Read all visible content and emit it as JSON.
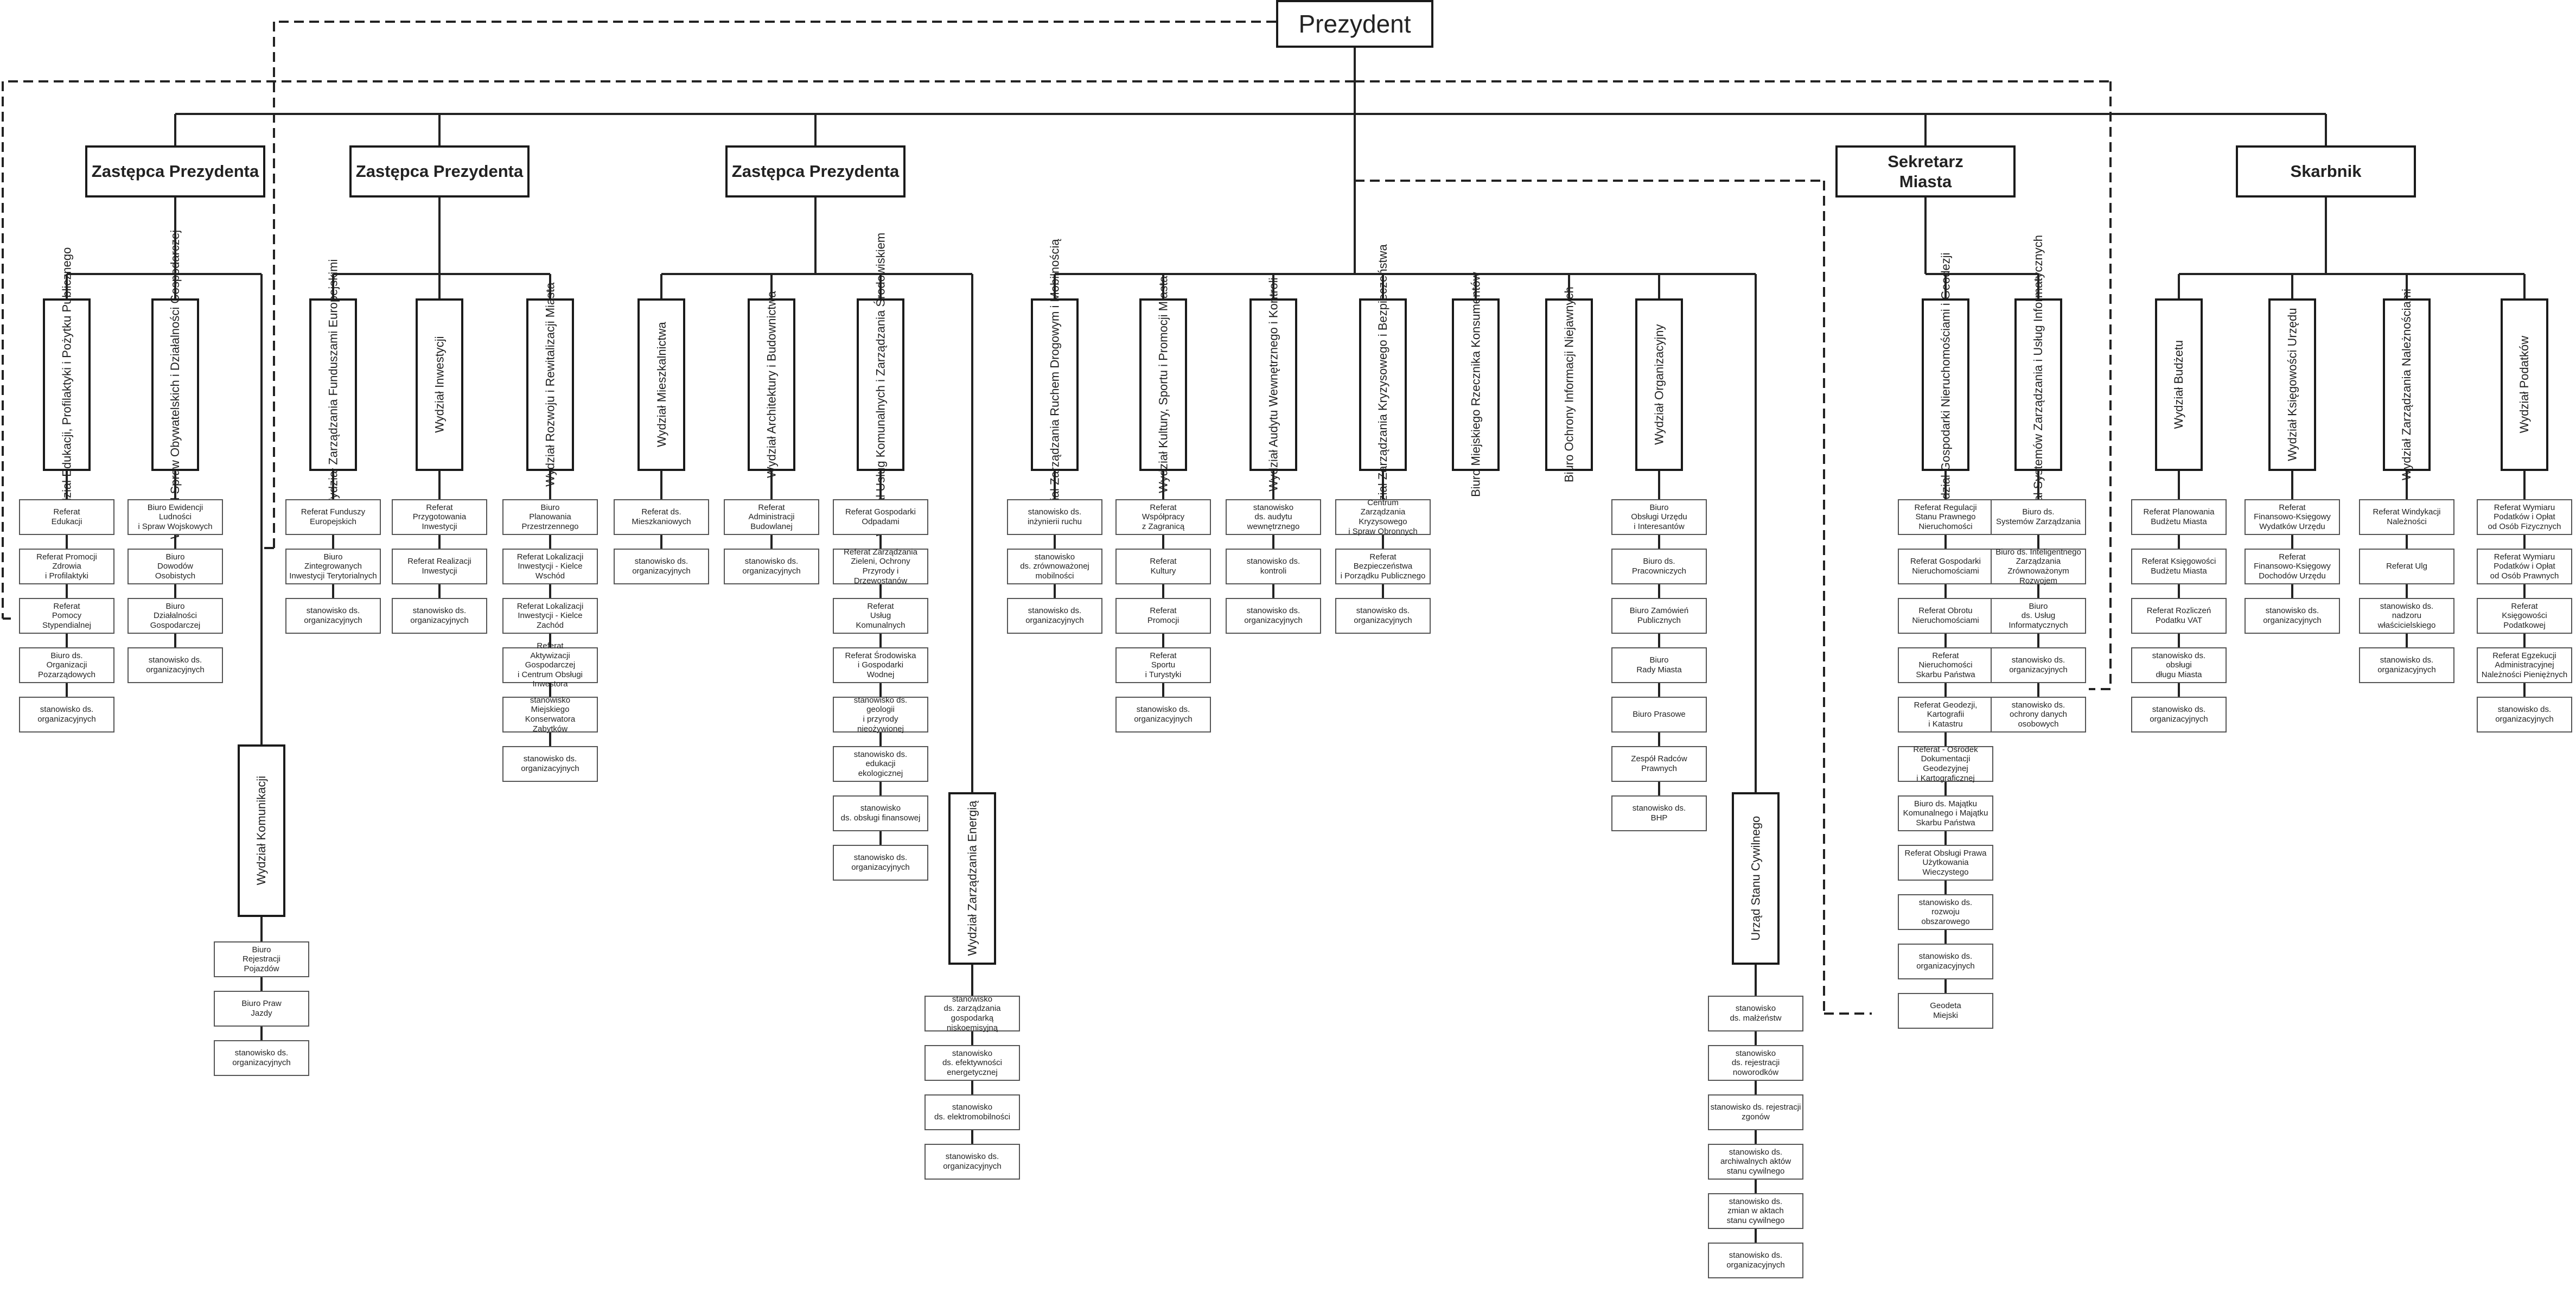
{
  "president": "Prezydent",
  "deputies": [
    "Zastępca Prezydenta",
    "Zastępca Prezydenta",
    "Zastępca Prezydenta"
  ],
  "secretary": "Sekretarz\nMiasta",
  "treasurer": "Skarbnik",
  "departments": {
    "d1": "Wydział Edukacji,\nProfilaktyki i\nPożytku Publicznego",
    "d2": "Wydział Spraw Obywatelskich\ni Działalności Gospodarczej",
    "d3": "Wydział\nKomunikacji",
    "d4": "Wydział Zarządzania\nFunduszami Europejskimi",
    "d5": "Wydział Inwestycji",
    "d6": "Wydział Rozwoju\ni Rewitalizacji Miasta",
    "d7": "Wydział\nMieszkalnictwa",
    "d8": "Wydział Architektury\ni Budownictwa",
    "d9": "Wydział Usług Komunalnych\ni Zarządzania Środowiskiem",
    "d10": "Wydział Zarządzania Energią",
    "d11": "Wydział Zarządzania\nRuchem Drogowym\ni Mobilnością",
    "d12": "Wydział Kultury, Sportu\ni Promocji Miasta",
    "d13": "Wydział Audytu\nWewnętrznego\ni Kontroli",
    "d14": "Wydział Zarządzania\nKryzysowego\ni Bezpieczeństwa",
    "d15": "Biuro Miejskiego\nRzecznika Konsumentów",
    "d16": "Biuro Ochrony\nInformacji Niejawnych",
    "d17": "Wydział\nOrganizacyjny",
    "d18": "Urząd Stanu Cywilnego",
    "d19": "Wydział Gospodarki\nNieruchomościami i Geodezji",
    "d20": "Wydział Systemów Zarządzania\ni Usług Informatycznych",
    "d21": "Wydział Budżetu",
    "d22": "Wydział Księgowości Urzędu",
    "d23": "Wydział\nZarządzania Należnościami",
    "d24": "Wydział Podatków"
  },
  "units": {
    "d1": [
      "Referat\nEdukacji",
      "Referat Promocji\nZdrowia\ni Profilaktyki",
      "Referat\nPomocy\nStypendialnej",
      "Biuro ds.\nOrganizacji\nPozarządowych",
      "stanowisko ds.\norganizacyjnych"
    ],
    "d2": [
      "Biuro Ewidencji\nLudności\ni Spraw Wojskowych",
      "Biuro\nDowodów\nOsobistych",
      "Biuro\nDziałalności\nGospodarczej",
      "stanowisko ds.\norganizacyjnych"
    ],
    "d3": [
      "Biuro\nRejestracji\nPojazdów",
      "Biuro Praw\nJazdy",
      "stanowisko ds.\norganizacyjnych"
    ],
    "d4": [
      "Referat Funduszy\nEuropejskich",
      "Biuro\nZintegrowanych\nInwestycji Terytorialnych",
      "stanowisko ds.\norganizacyjnych"
    ],
    "d5": [
      "Referat\nPrzygotowania\nInwestycji",
      "Referat Realizacji\nInwestycji",
      "stanowisko ds.\norganizacyjnych"
    ],
    "d6": [
      "Biuro\nPlanowania\nPrzestrzennego",
      "Referat Lokalizacji\nInwestycji - Kielce\nWschód",
      "Referat Lokalizacji\nInwestycji - Kielce\nZachód",
      "Referat\nAktywizacji Gospodarczej\ni Centrum Obsługi Inwestora",
      "stanowisko\nMiejskiego\nKonserwatora\nZabytków",
      "stanowisko ds.\norganizacyjnych"
    ],
    "d7": [
      "Referat ds.\nMieszkaniowych",
      "stanowisko ds.\norganizacyjnych"
    ],
    "d8": [
      "Referat\nAdministracji\nBudowlanej",
      "stanowisko ds.\norganizacyjnych"
    ],
    "d9": [
      "Referat Gospodarki\nOdpadami",
      "Referat Zarządzania\nZieleni, Ochrony\nPrzyrody i Drzewostanów",
      "Referat\nUsług\nKomunalnych",
      "Referat Środowiska\ni Gospodarki\nWodnej",
      "stanowisko ds.\ngeologii\ni przyrody\nnieożywionej",
      "stanowisko ds.\nedukacji\nekologicznej",
      "stanowisko\nds. obsługi finansowej",
      "stanowisko ds.\norganizacyjnych"
    ],
    "d10": [
      "stanowisko\nds. zarządzania\ngospodarką\nniskoemisyjną",
      "stanowisko\nds. efektywności\nenergetycznej",
      "stanowisko\nds. elektromobilności",
      "stanowisko ds.\norganizacyjnych"
    ],
    "d11": [
      "stanowisko ds.\ninżynierii ruchu",
      "stanowisko\nds. zrównoważonej\nmobilności",
      "stanowisko ds.\norganizacyjnych"
    ],
    "d12": [
      "Referat\nWspółpracy\nz Zagranicą",
      "Referat\nKultury",
      "Referat\nPromocji",
      "Referat\nSportu\ni Turystyki",
      "stanowisko ds.\norganizacyjnych"
    ],
    "d13": [
      "stanowisko\nds. audytu\nwewnętrznego",
      "stanowisko ds.\nkontroli",
      "stanowisko ds.\norganizacyjnych"
    ],
    "d14": [
      "Centrum\nZarządzania\nKryzysowego\ni Spraw Obronnych",
      "Referat\nBezpieczeństwa\ni Porządku Publicznego",
      "stanowisko ds.\norganizacyjnych"
    ],
    "d17": [
      "Biuro\nObsługi Urzędu\ni Interesantów",
      "Biuro ds.\nPracowniczych",
      "Biuro Zamówień\nPublicznych",
      "Biuro\nRady Miasta",
      "Biuro Prasowe",
      "Zespół Radców\nPrawnych",
      "stanowisko ds.\nBHP"
    ],
    "d18": [
      "stanowisko\nds. małżeństw",
      "stanowisko\nds. rejestracji\nnoworodków",
      "stanowisko ds. rejestracji zgonów",
      "stanowisko ds.\narchiwalnych aktów\nstanu cywilnego",
      "stanowisko ds.\nzmian w aktach\nstanu cywilnego",
      "stanowisko ds.\norganizacyjnych"
    ],
    "d19": [
      "Referat Regulacji\nStanu Prawnego\nNieruchomości",
      "Referat Gospodarki\nNieruchomościami",
      "Referat Obrotu\nNieruchomościami",
      "Referat\nNieruchomości\nSkarbu Państwa",
      "Referat Geodezji,\nKartografii\ni Katastru",
      "Referat - Ośrodek\nDokumentacji Geodezyjnej\ni Kartograficznej",
      "Biuro ds. Majątku\nKomunalnego i Majątku\nSkarbu Państwa",
      "Referat Obsługi Prawa\nUżytkowania\nWieczystego",
      "stanowisko ds.\nrozwoju\nobszarowego",
      "stanowisko ds.\norganizacyjnych",
      "Geodeta\nMiejski"
    ],
    "d20": [
      "Biuro ds.\nSystemów Zarządzania",
      "Biuro ds. Inteligentnego\nZarządzania\nZrównoważonym\nRozwojem",
      "Biuro\nds. Usług\nInformatycznych",
      "stanowisko ds.\norganizacyjnych",
      "stanowisko ds.\nochrony danych\nosobowych"
    ],
    "d21": [
      "Referat Planowania\nBudżetu Miasta",
      "Referat Księgowości\nBudżetu Miasta",
      "Referat Rozliczeń\nPodatku VAT",
      "stanowisko ds.\nobsługi\ndługu Miasta",
      "stanowisko ds.\norganizacyjnych"
    ],
    "d22": [
      "Referat\nFinansowo-Księgowy\nWydatków Urzędu",
      "Referat\nFinansowo-Księgowy\nDochodów Urzędu",
      "stanowisko ds.\norganizacyjnych"
    ],
    "d23": [
      "Referat Windykacji\nNależności",
      "Referat Ulg",
      "stanowisko ds.\nnadzoru\nwłaścicielskiego",
      "stanowisko ds.\norganizacyjnych"
    ],
    "d24": [
      "Referat Wymiaru\nPodatków i Opłat\nod Osób Fizycznych",
      "Referat Wymiaru\nPodatków i Opłat\nod Osób Prawnych",
      "Referat\nKsięgowości\nPodatkowej",
      "Referat Egzekucji\nAdministracyjnej\nNależności Pieniężnych",
      "stanowisko ds.\norganizacyjnych"
    ]
  }
}
